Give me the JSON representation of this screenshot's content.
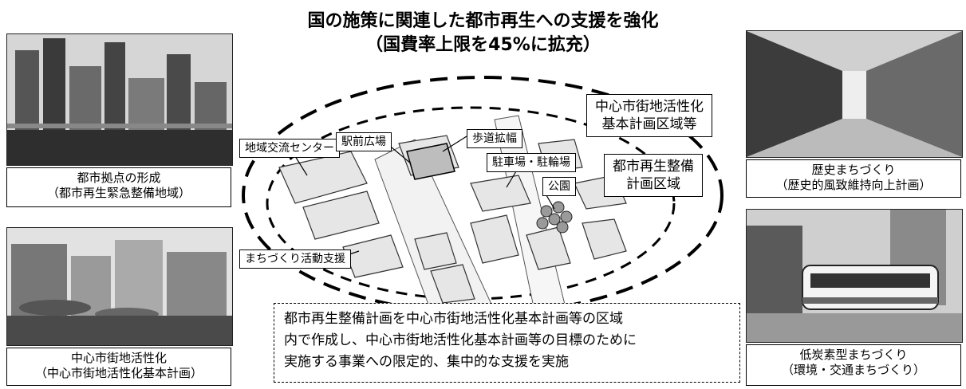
{
  "header": {
    "title_line1": "国の施策に関連した都市再生への支援を強化",
    "title_line2": "（国費率上限を45%に拡充）"
  },
  "left_panels": [
    {
      "caption_line1": "都市拠点の形成",
      "caption_line2": "（都市再生緊急整備地域）"
    },
    {
      "caption_line1": "中心市街地活性化",
      "caption_line2": "（中心市街地活性化基本計画）"
    }
  ],
  "right_panels": [
    {
      "caption_line1": "歴史まちづくり",
      "caption_line2": "（歴史的風致維持向上計画）"
    },
    {
      "caption_line1": "低炭素型まちづくり",
      "caption_line2": "（環境・交通まちづくり）"
    }
  ],
  "center": {
    "outer_area_label_line1": "中心市街地活性化",
    "outer_area_label_line2": "基本計画区域等",
    "inner_area_label_line1": "都市再生整備",
    "inner_area_label_line2": "計画区域",
    "callouts": {
      "community_center": "地域交流センター",
      "station_plaza": "駅前広場",
      "sidewalk": "歩道拡幅",
      "parking": "駐車場・駐輪場",
      "park": "公園",
      "activity_support": "まちづくり活動支援"
    }
  },
  "note": {
    "line1": "都市再生整備計画を中心市街地活性化基本計画等の区域",
    "line2": "内で作成し、中心市街地活性化基本計画等の目標のために",
    "line3": "実施する事業への限定的、集中的な支援を実施"
  }
}
